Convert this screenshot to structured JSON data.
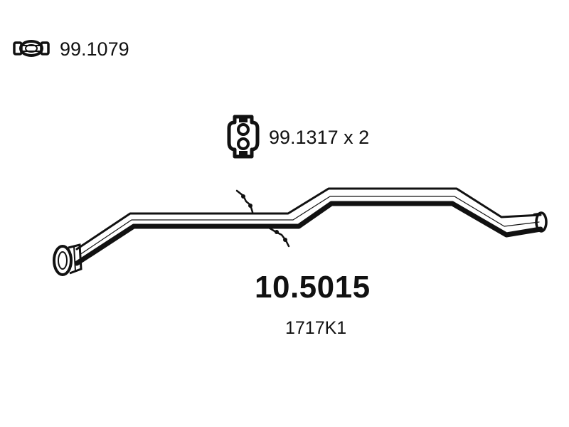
{
  "parts": {
    "clamp": {
      "code": "99.1079",
      "icon": "clamp-icon"
    },
    "hanger": {
      "code": "99.1317 x 2",
      "icon": "rubber-hanger-icon"
    }
  },
  "product": {
    "part_number": "10.5015",
    "reference_code": "1717K1"
  },
  "colors": {
    "line": "#111111",
    "background": "#ffffff"
  }
}
